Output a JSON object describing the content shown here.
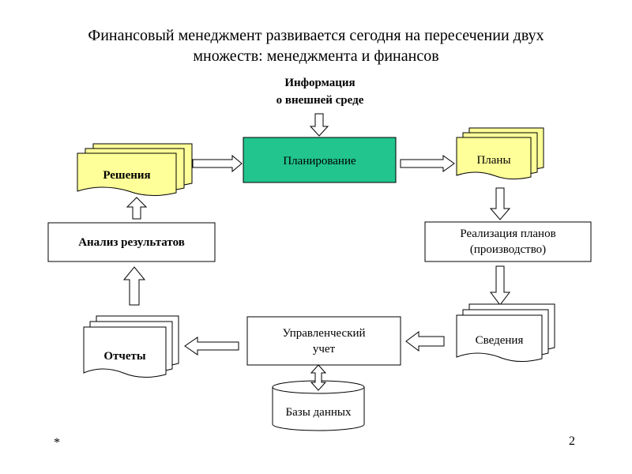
{
  "title": {
    "line1": "Финансовый менеджмент развивается сегодня на пересечении двух",
    "line2": "множеств: менеджмента и финансов"
  },
  "info": {
    "line1": "Информация",
    "line2": "о внешней среде"
  },
  "nodes": {
    "planning": "Планирование",
    "plans": "Планы",
    "decisions": "Решения",
    "analysis": "Анализ результатов",
    "implementation": {
      "line1": "Реализация планов",
      "line2": "(производство)"
    },
    "data": "Сведения",
    "accounting": {
      "line1": "Управленческий",
      "line2": "учет"
    },
    "reports": "Отчеты",
    "databases": "Базы данных"
  },
  "colors": {
    "planning_fill": "#21c58d",
    "doc_fill": "#ffff99",
    "white": "#ffffff"
  },
  "footer": {
    "star": "*",
    "page": "2"
  }
}
